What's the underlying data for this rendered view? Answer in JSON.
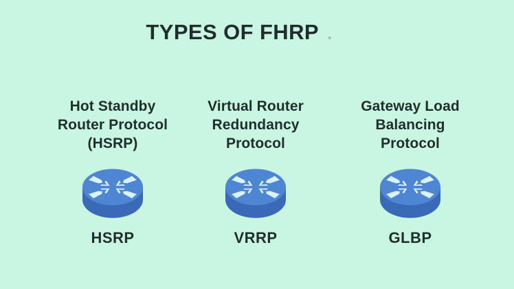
{
  "title": "TYPES OF FHRP",
  "title_period": ".",
  "columns": [
    {
      "heading_lines": [
        "Hot Standby",
        "Router Protocol",
        "(HSRP)"
      ],
      "label": "HSRP",
      "icon": "router-icon"
    },
    {
      "heading_lines": [
        "Virtual Router",
        "Redundancy",
        "Protocol"
      ],
      "label": "VRRP",
      "icon": "router-icon"
    },
    {
      "heading_lines": [
        "Gateway Load",
        "Balancing",
        "Protocol"
      ],
      "label": "GLBP",
      "icon": "router-icon"
    }
  ],
  "colors": {
    "bg": "#c9f6e3",
    "text": "#1f2e2c",
    "router-top": "#4e86d3",
    "router-side": "#3a69b8",
    "arrow": "#dbf2fa",
    "title-dot": "#a9bfb7"
  }
}
